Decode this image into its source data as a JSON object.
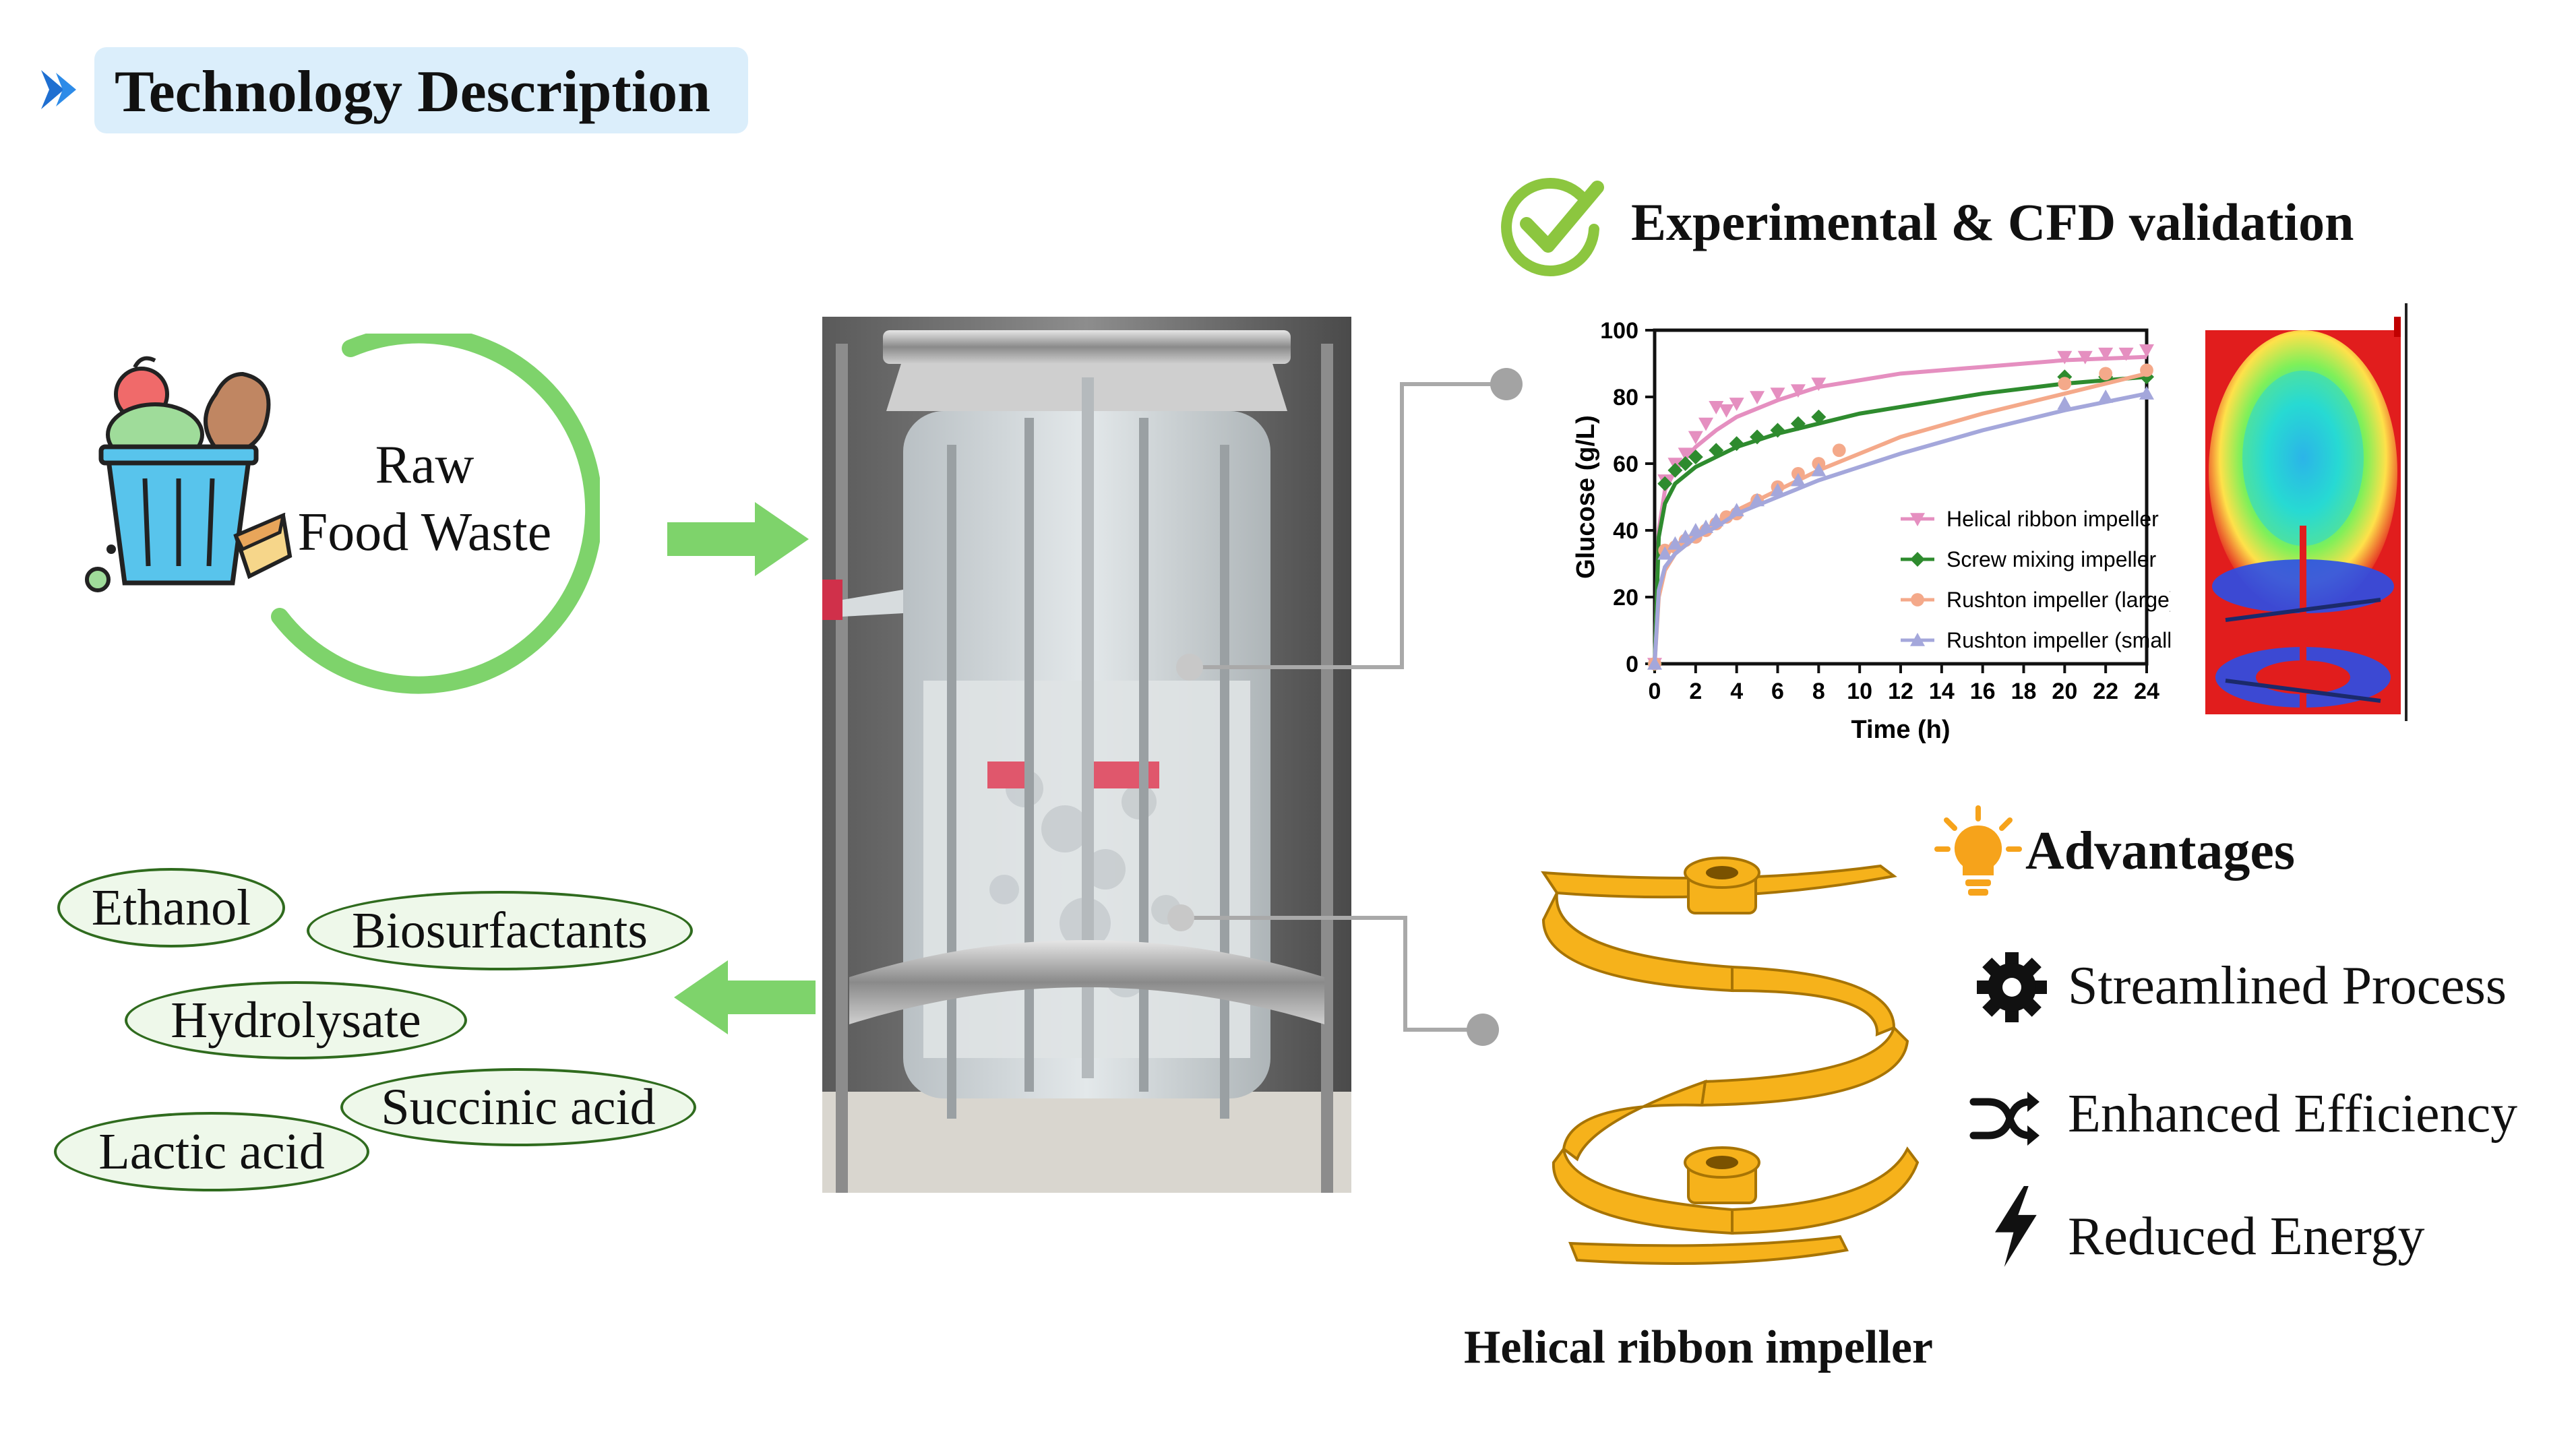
{
  "header": {
    "title": "Technology Description"
  },
  "raw_waste": {
    "label": "Raw\nFood Waste"
  },
  "products": [
    "Ethanol",
    "Biosurfactants",
    "Hydrolysate",
    "Succinic acid",
    "Lactic acid"
  ],
  "validation": {
    "title": "Experimental & CFD validation"
  },
  "impeller": {
    "caption": "Helical ribbon impeller"
  },
  "advantages": {
    "title": "Advantages",
    "items": [
      "Streamlined Process",
      "Enhanced Efficiency",
      "Reduced Energy"
    ]
  },
  "colors": {
    "accent_green": "#7ed36b",
    "header_bg": "#dbeefb",
    "pink": "#e58fc0",
    "dark_green": "#2e8b2e",
    "salmon": "#f4a98a",
    "lavender": "#a4a7db",
    "impeller": "#f6b21b",
    "check_green": "#8cc63f"
  },
  "chart_data": {
    "type": "line",
    "xlabel": "Time (h)",
    "ylabel": "Glucose (g/L)",
    "xlim": [
      0,
      24
    ],
    "ylim": [
      0,
      100
    ],
    "xticks": [
      0,
      2,
      4,
      6,
      8,
      10,
      12,
      14,
      16,
      18,
      20,
      22,
      24
    ],
    "yticks": [
      0,
      20,
      40,
      60,
      80,
      100
    ],
    "legend": "bottom-right",
    "grid": false,
    "series": [
      {
        "name": "Helical ribbon impeller",
        "color": "#e58fc0",
        "marker": "triangle-down",
        "points": [
          [
            0,
            0
          ],
          [
            0.5,
            55
          ],
          [
            1,
            60
          ],
          [
            1.5,
            63
          ],
          [
            2,
            68
          ],
          [
            2.5,
            72
          ],
          [
            3,
            77
          ],
          [
            3.5,
            76
          ],
          [
            4,
            78
          ],
          [
            5,
            80
          ],
          [
            6,
            81
          ],
          [
            7,
            82
          ],
          [
            8,
            84
          ],
          [
            20,
            92
          ],
          [
            21,
            92
          ],
          [
            22,
            93
          ],
          [
            23,
            93
          ],
          [
            24,
            94
          ]
        ],
        "fit": [
          [
            0,
            0
          ],
          [
            0.2,
            40
          ],
          [
            0.5,
            52
          ],
          [
            1,
            58
          ],
          [
            2,
            65
          ],
          [
            3,
            70
          ],
          [
            4,
            74
          ],
          [
            6,
            79
          ],
          [
            8,
            83
          ],
          [
            10,
            85
          ],
          [
            12,
            87
          ],
          [
            16,
            89
          ],
          [
            20,
            91
          ],
          [
            24,
            92
          ]
        ]
      },
      {
        "name": "Screw mixing impeller",
        "color": "#2e8b2e",
        "marker": "diamond",
        "points": [
          [
            0,
            0
          ],
          [
            0.5,
            54
          ],
          [
            1,
            58
          ],
          [
            1.5,
            60
          ],
          [
            2,
            62
          ],
          [
            3,
            64
          ],
          [
            4,
            66
          ],
          [
            5,
            68
          ],
          [
            6,
            70
          ],
          [
            7,
            72
          ],
          [
            8,
            74
          ],
          [
            20,
            86
          ],
          [
            22,
            86
          ],
          [
            24,
            86
          ]
        ],
        "fit": [
          [
            0,
            0
          ],
          [
            0.2,
            38
          ],
          [
            0.5,
            48
          ],
          [
            1,
            54
          ],
          [
            2,
            59
          ],
          [
            3,
            62
          ],
          [
            4,
            65
          ],
          [
            6,
            69
          ],
          [
            8,
            72
          ],
          [
            10,
            75
          ],
          [
            12,
            77
          ],
          [
            16,
            81
          ],
          [
            20,
            84
          ],
          [
            24,
            86
          ]
        ]
      },
      {
        "name": "Rushton impeller (large)",
        "color": "#f4a98a",
        "marker": "circle",
        "points": [
          [
            0,
            0
          ],
          [
            0.5,
            34
          ],
          [
            1,
            35
          ],
          [
            1.5,
            37
          ],
          [
            2,
            38
          ],
          [
            2.5,
            40
          ],
          [
            3,
            42
          ],
          [
            3.5,
            44
          ],
          [
            4,
            45
          ],
          [
            5,
            49
          ],
          [
            6,
            53
          ],
          [
            7,
            57
          ],
          [
            8,
            60
          ],
          [
            9,
            64
          ],
          [
            20,
            84
          ],
          [
            22,
            87
          ],
          [
            24,
            88
          ]
        ],
        "fit": [
          [
            0,
            0
          ],
          [
            0.2,
            20
          ],
          [
            0.5,
            28
          ],
          [
            1,
            33
          ],
          [
            2,
            38
          ],
          [
            3,
            42
          ],
          [
            4,
            46
          ],
          [
            6,
            52
          ],
          [
            8,
            58
          ],
          [
            10,
            63
          ],
          [
            12,
            68
          ],
          [
            16,
            75
          ],
          [
            20,
            81
          ],
          [
            24,
            87
          ]
        ]
      },
      {
        "name": "Rushton impeller (small)",
        "color": "#a4a7db",
        "marker": "triangle-up",
        "points": [
          [
            0,
            0
          ],
          [
            0.5,
            33
          ],
          [
            1,
            36
          ],
          [
            1.5,
            38
          ],
          [
            2,
            40
          ],
          [
            2.5,
            41
          ],
          [
            3,
            43
          ],
          [
            4,
            46
          ],
          [
            5,
            49
          ],
          [
            6,
            52
          ],
          [
            7,
            55
          ],
          [
            8,
            58
          ],
          [
            20,
            78
          ],
          [
            22,
            80
          ],
          [
            24,
            81
          ]
        ],
        "fit": [
          [
            0,
            0
          ],
          [
            0.2,
            22
          ],
          [
            0.5,
            29
          ],
          [
            1,
            33
          ],
          [
            2,
            38
          ],
          [
            3,
            41
          ],
          [
            4,
            45
          ],
          [
            6,
            50
          ],
          [
            8,
            55
          ],
          [
            10,
            59
          ],
          [
            12,
            63
          ],
          [
            16,
            70
          ],
          [
            20,
            76
          ],
          [
            24,
            81
          ]
        ]
      }
    ]
  }
}
